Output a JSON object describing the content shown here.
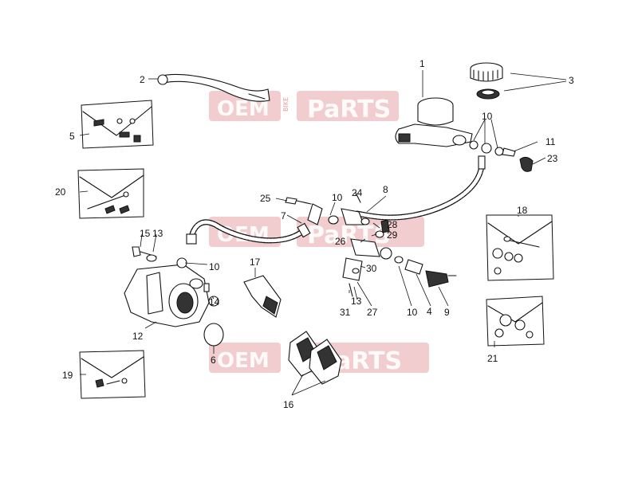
{
  "watermark": {
    "brand_left": "OEM",
    "brand_small": "BIKE",
    "brand_right_1": "PaRTS",
    "brand_right_2": "PaRTS",
    "brand_right_3": "aRTS"
  },
  "callouts": [
    {
      "id": "1",
      "text": "1"
    },
    {
      "id": "2",
      "text": "2"
    },
    {
      "id": "3",
      "text": "3"
    },
    {
      "id": "4",
      "text": "4"
    },
    {
      "id": "5",
      "text": "5"
    },
    {
      "id": "6",
      "text": "6"
    },
    {
      "id": "7",
      "text": "7"
    },
    {
      "id": "8",
      "text": "8"
    },
    {
      "id": "9",
      "text": "9"
    },
    {
      "id": "10a",
      "text": "10"
    },
    {
      "id": "10b",
      "text": "10"
    },
    {
      "id": "10c",
      "text": "10"
    },
    {
      "id": "10d",
      "text": "10"
    },
    {
      "id": "11",
      "text": "11"
    },
    {
      "id": "12",
      "text": "12"
    },
    {
      "id": "13a",
      "text": "13"
    },
    {
      "id": "13b",
      "text": "13"
    },
    {
      "id": "14",
      "text": "14"
    },
    {
      "id": "15",
      "text": "15"
    },
    {
      "id": "16",
      "text": "16"
    },
    {
      "id": "17",
      "text": "17"
    },
    {
      "id": "18",
      "text": "18"
    },
    {
      "id": "19",
      "text": "19"
    },
    {
      "id": "20",
      "text": "20"
    },
    {
      "id": "21",
      "text": "21"
    },
    {
      "id": "23",
      "text": "23"
    },
    {
      "id": "24",
      "text": "24"
    },
    {
      "id": "25",
      "text": "25"
    },
    {
      "id": "26",
      "text": "26"
    },
    {
      "id": "27",
      "text": "27"
    },
    {
      "id": "28",
      "text": "28"
    },
    {
      "id": "29",
      "text": "29"
    },
    {
      "id": "30",
      "text": "30"
    },
    {
      "id": "31",
      "text": "31"
    }
  ]
}
